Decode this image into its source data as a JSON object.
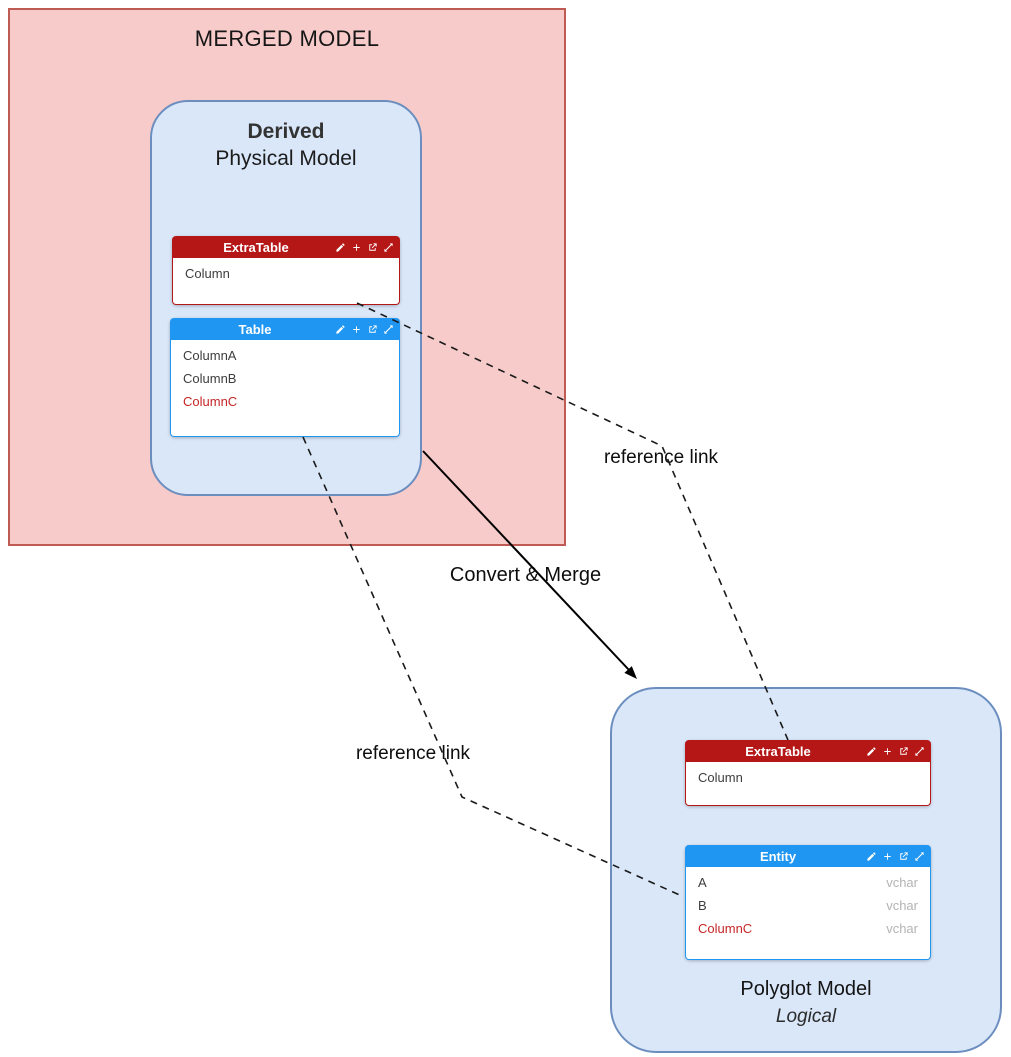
{
  "merged_model": {
    "title": "MERGED MODEL",
    "derived": {
      "title_line1": "Derived",
      "title_line2": "Physical Model",
      "extra_table": {
        "name": "ExtraTable",
        "rows": [
          {
            "name": "Column"
          }
        ]
      },
      "table": {
        "name": "Table",
        "rows": [
          {
            "name": "ColumnA"
          },
          {
            "name": "ColumnB"
          },
          {
            "name": "ColumnC",
            "highlight": true
          }
        ]
      }
    }
  },
  "polyglot_model": {
    "title": "Polyglot Model",
    "subtitle": "Logical",
    "extra_table": {
      "name": "ExtraTable",
      "rows": [
        {
          "name": "Column"
        }
      ]
    },
    "entity": {
      "name": "Entity",
      "rows": [
        {
          "name": "A",
          "type": "vchar"
        },
        {
          "name": "B",
          "type": "vchar"
        },
        {
          "name": "ColumnC",
          "type": "vchar",
          "highlight": true
        }
      ]
    }
  },
  "labels": {
    "convert_merge": "Convert & Merge",
    "reference_link_top": "reference link",
    "reference_link_bottom": "reference link"
  },
  "table_header_icons": [
    "edit-icon",
    "add-icon",
    "open-icon",
    "expand-icon"
  ],
  "colors": {
    "merged_fill": "#f7cbca",
    "merged_stroke": "#bd5b54",
    "model_fill": "#d9e7f9",
    "model_stroke": "#6c8ebf",
    "red_table_header": "#b51717",
    "blue_table_header": "#2096f3",
    "highlight_row_text": "#c62626",
    "column_type_text": "#b3b3b3"
  }
}
